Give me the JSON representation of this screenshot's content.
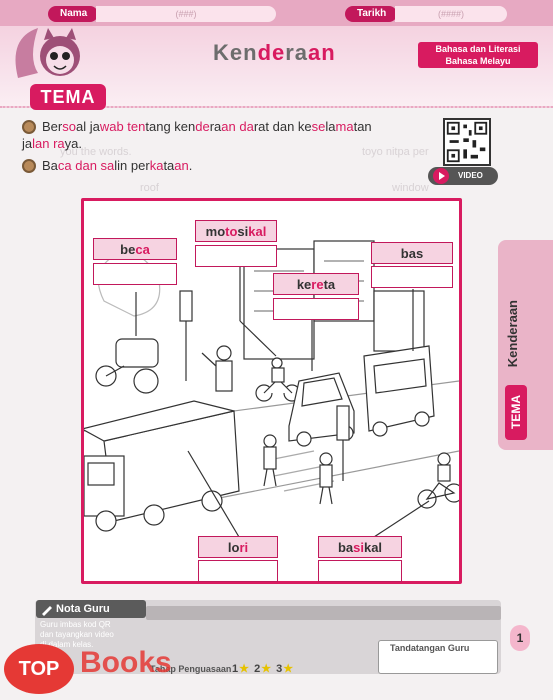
{
  "header": {
    "nama_label": "Nama",
    "tarikh_label": "Tarikh",
    "nama_hint": "(###)",
    "tarikh_hint": "(####)",
    "title_parts": [
      "Ken",
      "de",
      "ra",
      "an"
    ],
    "subject_line1": "Bahasa dan Literasi",
    "subject_line2": "Bahasa Melayu",
    "tema": "TEMA"
  },
  "instructions": [
    {
      "parts": [
        "Ber",
        "so",
        "al ja",
        "wab ten",
        "tang ken",
        "de",
        "ra",
        "an da",
        "rat dan ke",
        "se",
        "la",
        "ma",
        "tan"
      ]
    },
    {
      "parts": [
        "ja",
        "lan ra",
        "ya",
        "."
      ]
    },
    {
      "parts": [
        "Ba",
        "ca dan sa",
        "lin per",
        "ka",
        "ta",
        "an",
        "."
      ]
    }
  ],
  "qr": {
    "video_label": "VIDEO"
  },
  "ghost_text": [
    "you the words.",
    "toyo nitpa per",
    "roof",
    "window"
  ],
  "labels": {
    "beca": [
      "be",
      "ca"
    ],
    "motosikal": [
      "mo",
      "to",
      "si",
      "kal"
    ],
    "kereta": [
      "ke",
      "re",
      "ta"
    ],
    "bas": [
      "bas"
    ],
    "lori": [
      "lo",
      "ri"
    ],
    "basikal": [
      "ba",
      "si",
      "kal"
    ]
  },
  "side_tab": {
    "theme": "Kenderaan",
    "tema": "TEMA"
  },
  "footer": {
    "nota_title": "Nota Guru",
    "nota_text": "Guru imbas kod QR dan tayangkan video di dalam kelas.",
    "tahap": "Tahap Penguasaan",
    "levels": [
      "1",
      "2",
      "3"
    ],
    "tandatangan": "Tandatangan Guru",
    "page_number": "1"
  },
  "watermark": {
    "top": "TOP",
    "books": "Books"
  },
  "colors": {
    "accent": "#d81b60",
    "label_bg": "#f6d3e1"
  }
}
